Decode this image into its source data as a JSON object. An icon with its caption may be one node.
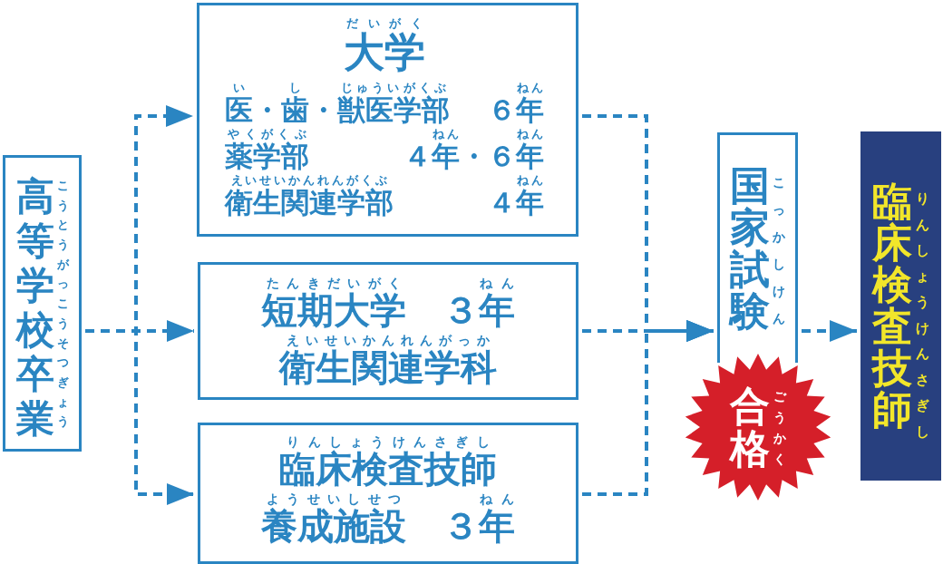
{
  "diagram": {
    "nodes": [
      {
        "text": [
          "高等学校卒業",
          "こうとうがっこうそつぎょう"
        ]
      },
      {
        "text": [
          "だいがく",
          "大学",
          "い",
          "し",
          "じゅういがくぶ",
          "医・歯・獣医学部",
          "ねん",
          "６年",
          "やくがくぶ",
          "薬学部",
          "ねん",
          "ねん",
          "４年・６年",
          "えいせいかんれんがくぶ",
          "衛生関連学部",
          "ねん",
          "４年"
        ]
      },
      {
        "text": [
          "たんきだいがく",
          "短期大学",
          "ねん",
          "３年",
          "えいせいかんれんがっか",
          "衛生関連学科"
        ]
      },
      {
        "text": [
          "りんしょうけんさぎし",
          "臨床検査技師",
          "ようせいしせつ",
          "養成施設",
          "ねん",
          "３年"
        ]
      },
      {
        "text": [
          "国家試験",
          "こっかしけん"
        ]
      },
      {
        "text": [
          "合格",
          "ごうかく"
        ]
      },
      {
        "text": [
          "臨床検査技師",
          "りんしょうけんさぎし"
        ]
      }
    ],
    "edges": [
      {
        "from": 0,
        "to": 1,
        "arrow": "to",
        "style": "dashed"
      },
      {
        "from": 0,
        "to": 2,
        "arrow": "to",
        "style": "dashed"
      },
      {
        "from": 0,
        "to": 3,
        "arrow": "to",
        "style": "dashed"
      },
      {
        "from": 1,
        "to": 4,
        "arrow": "to",
        "style": "dashed"
      },
      {
        "from": 2,
        "to": 4,
        "arrow": "to",
        "style": "dashed"
      },
      {
        "from": 3,
        "to": 4,
        "arrow": "to",
        "style": "dashed"
      },
      {
        "from": 4,
        "to": 6,
        "arrow": "to",
        "style": "dashed"
      }
    ]
  }
}
